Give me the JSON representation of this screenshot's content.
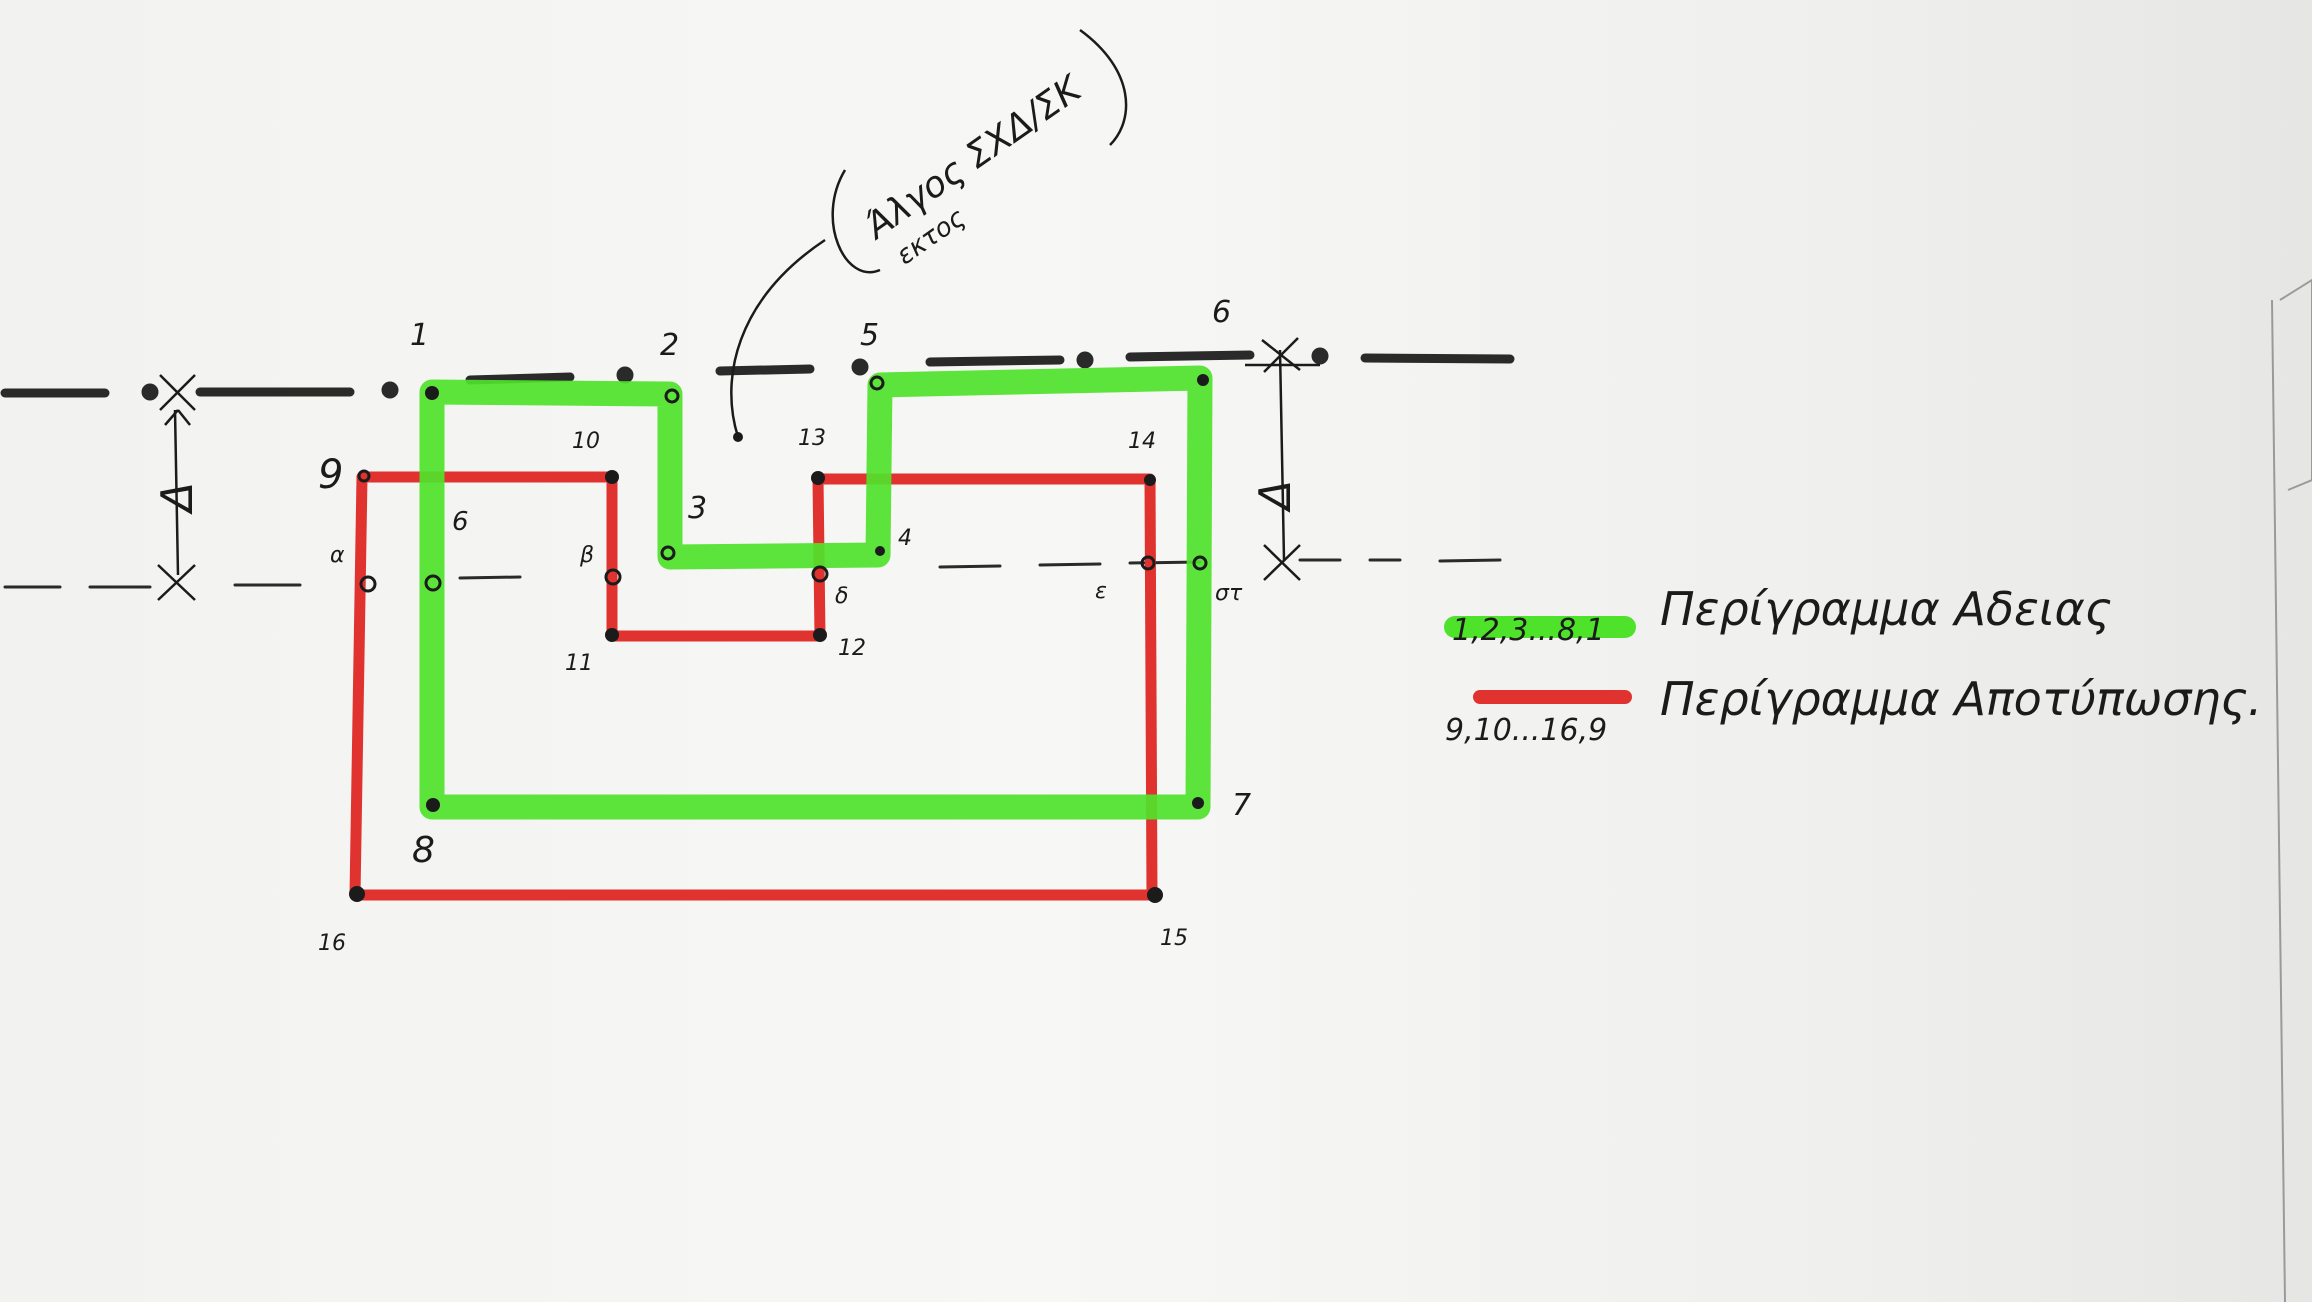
{
  "drawing": {
    "points": {
      "p1": "1",
      "p2": "2",
      "p3": "3",
      "p4": "4",
      "p5": "5",
      "p6": "6",
      "p6b": "6",
      "p7": "7",
      "p8": "8",
      "p9": "9",
      "p10": "10",
      "p11": "11",
      "p12": "12",
      "p13": "13",
      "p14": "14",
      "p15": "15",
      "p16": "16",
      "alpha": "α",
      "beta": "β",
      "gamma": "δ",
      "delta": "ε",
      "st": "στ"
    },
    "dimension_left": "Δ",
    "dimension_right": "Δ",
    "annotation": "Άλγος ΣΧΔ/ΣΚ",
    "annotation_line2": "εκτος"
  },
  "legend": {
    "green": {
      "sequence": "1,2,3...8,1",
      "text": "Περίγραμμα Αδειας",
      "color": "#4fe22b"
    },
    "red": {
      "sequence": "9,10...16,9",
      "text": "Περίγραμμα Αποτύπωσης.",
      "color": "#e0322f"
    }
  },
  "colors": {
    "ink": "#1b1b1b",
    "green": "#4fe22b",
    "red": "#e0322f",
    "dark_line": "#2a2a2a"
  }
}
